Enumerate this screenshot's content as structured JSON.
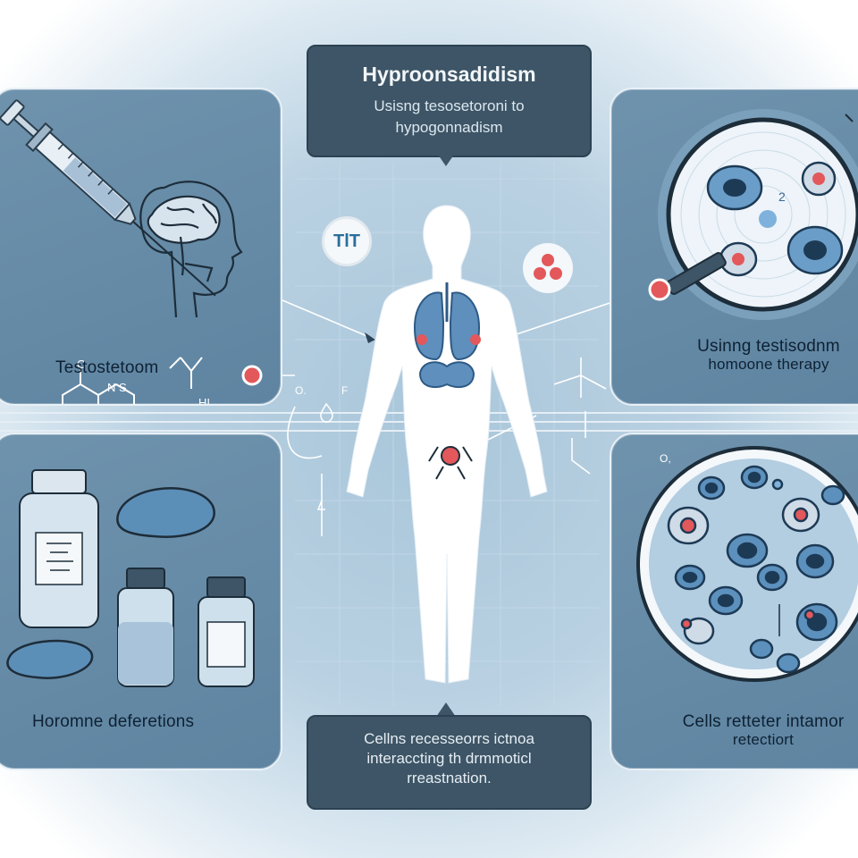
{
  "header": {
    "title": "Hyproonsadidism",
    "subtitle_line1": "Usisng tesosetoroni to",
    "subtitle_line2": "hypogonnadism"
  },
  "panels": {
    "top_left": {
      "label": "Testostetoom",
      "molecule_text_1": "O",
      "molecule_text_2": "N S",
      "molecule_text_3": "HI,"
    },
    "top_right": {
      "label_line1": "Usinng testisodnm",
      "label_line2": "homoone therapy",
      "marker_text": "2"
    },
    "bottom_left": {
      "label": "Horomne deferetions"
    },
    "bottom_right": {
      "label_line1": "Cells retteter intamor",
      "label_line2": "retectiort"
    }
  },
  "center": {
    "badge_text": "TlT",
    "left_glyph_1": "O.",
    "left_glyph_2": "F",
    "right_glyph": "O,"
  },
  "footer": {
    "line1": "Cellns recesseorrs ictnoa",
    "line2": "interaccting th drmmoticl",
    "line3": "rreastnation."
  },
  "colors": {
    "panel": "#6389a6",
    "callout": "#3d5566",
    "accent_red": "#e2585b",
    "organ_blue": "#5f8fbd",
    "cell_blue": "#4a86b4"
  }
}
